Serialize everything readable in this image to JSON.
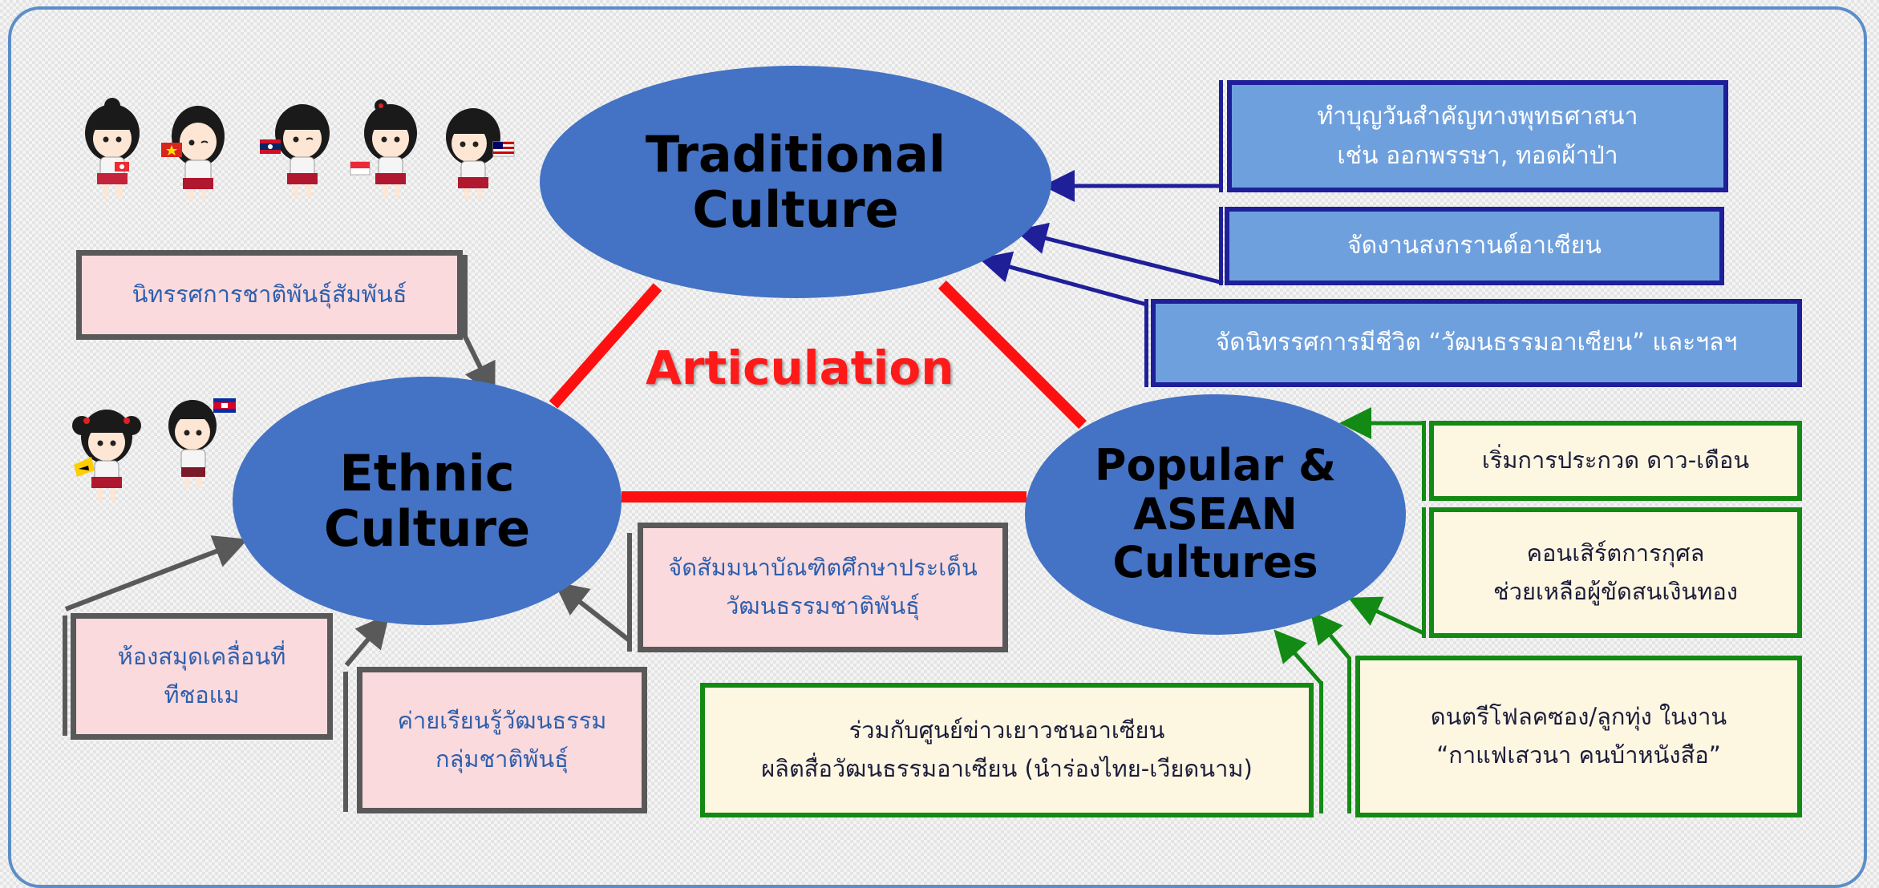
{
  "colors": {
    "ellipse": "#4472c4",
    "articulation": "#ff1a1a",
    "blue_box": "#6fa0de",
    "blue_border": "#1f1f9a",
    "pink_box": "#fadadd",
    "gray_border": "#595959",
    "green_box": "#fdf7e1",
    "green_border": "#138a13",
    "frame": "#5b8ec9"
  },
  "center_label": "Articulation",
  "nodes": {
    "traditional": "Traditional\nCulture",
    "ethnic": "Ethnic\nCulture",
    "popular": "Popular &\nASEAN\nCultures"
  },
  "traditional_boxes": [
    "ทำบุญวันสำคัญทางพุทธศาสนา\nเช่น ออกพรรษา, ทอดผ้าป่า",
    "จัดงานสงกรานต์อาเซียน",
    "จัดนิทรรศการมีชีวิต “วัฒนธรรมอาเซียน” และฯลฯ"
  ],
  "ethnic_boxes": [
    "นิทรรศการชาติพันธุ์สัมพันธ์",
    "ห้องสมุดเคลื่อนที่\nทีชอแม",
    "ค่ายเรียนรู้วัฒนธรรม\nกลุ่มชาติพันธุ์",
    "จัดสัมมนาบัณฑิตศึกษาประเด็น\nวัฒนธรรมชาติพันธุ์"
  ],
  "popular_boxes": [
    "เริ่มการประกวด ดาว-เดือน",
    "คอนเสิร์ตการกุศล\nช่วยเหลือผู้ขัดสนเงินทอง",
    "ดนตรีโฟลคซอง/ลูกทุ่ง ในงาน\n“กาแฟเสวนา คนบ้าหนังสือ”",
    "ร่วมกับศูนย์ข่าวเยาวชนอาเซียน\nผลิตสื่อวัฒนธรรมอาเซียน (นำร่องไทย-เวียดนาม)"
  ],
  "icons": {
    "mascot_flags": [
      "#ec2b34",
      "#da251d",
      "#ce1126",
      "#ed2939",
      "#cc0001",
      "#0a60b5",
      "#0032a0"
    ]
  }
}
